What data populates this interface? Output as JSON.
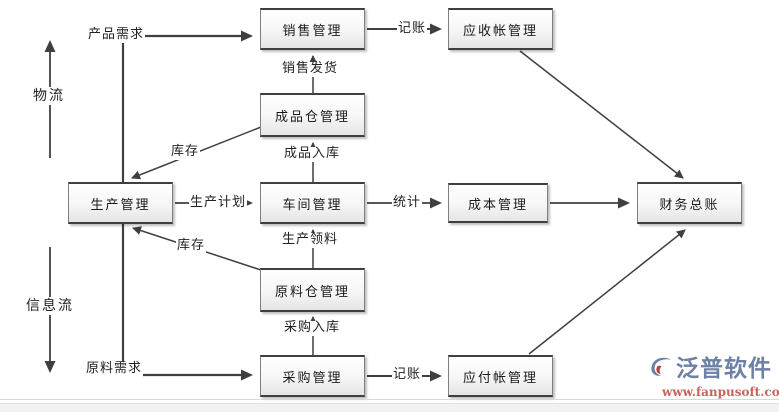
{
  "nodes": {
    "sales": {
      "label": "销售管理"
    },
    "receivable": {
      "label": "应收帐管理"
    },
    "fg_warehouse": {
      "label": "成品仓管理"
    },
    "production": {
      "label": "生产管理"
    },
    "workshop": {
      "label": "车间管理"
    },
    "cost": {
      "label": "成本管理"
    },
    "ledger": {
      "label": "财务总账"
    },
    "rm_warehouse": {
      "label": "原料仓管理"
    },
    "purchase": {
      "label": "采购管理"
    },
    "payable": {
      "label": "应付帐管理"
    }
  },
  "edge_labels": {
    "product_demand": "产品需求",
    "bookkeeping_top": "记账",
    "sales_delivery": "销售发货",
    "stock_upper": "库存",
    "fg_inbound": "成品入库",
    "production_plan": "生产计划",
    "statistics": "统计",
    "stock_lower": "库存",
    "production_picking": "生产领料",
    "purchase_inbound": "采购入库",
    "material_demand": "原料需求",
    "bookkeeping_bottom": "记账"
  },
  "flow_axes": {
    "logistics": "物流",
    "information": "信息流"
  },
  "watermark": {
    "brand": "泛普软件",
    "url": "www.fanpusoft.com"
  },
  "colors": {
    "line": "#3f3f3f",
    "node_border": "#7f7f7f",
    "brand_blue": "#6e80a6",
    "brand_red": "#b5413c",
    "url_red": "#c9635a",
    "footer_bg": "#f1f1f1"
  }
}
